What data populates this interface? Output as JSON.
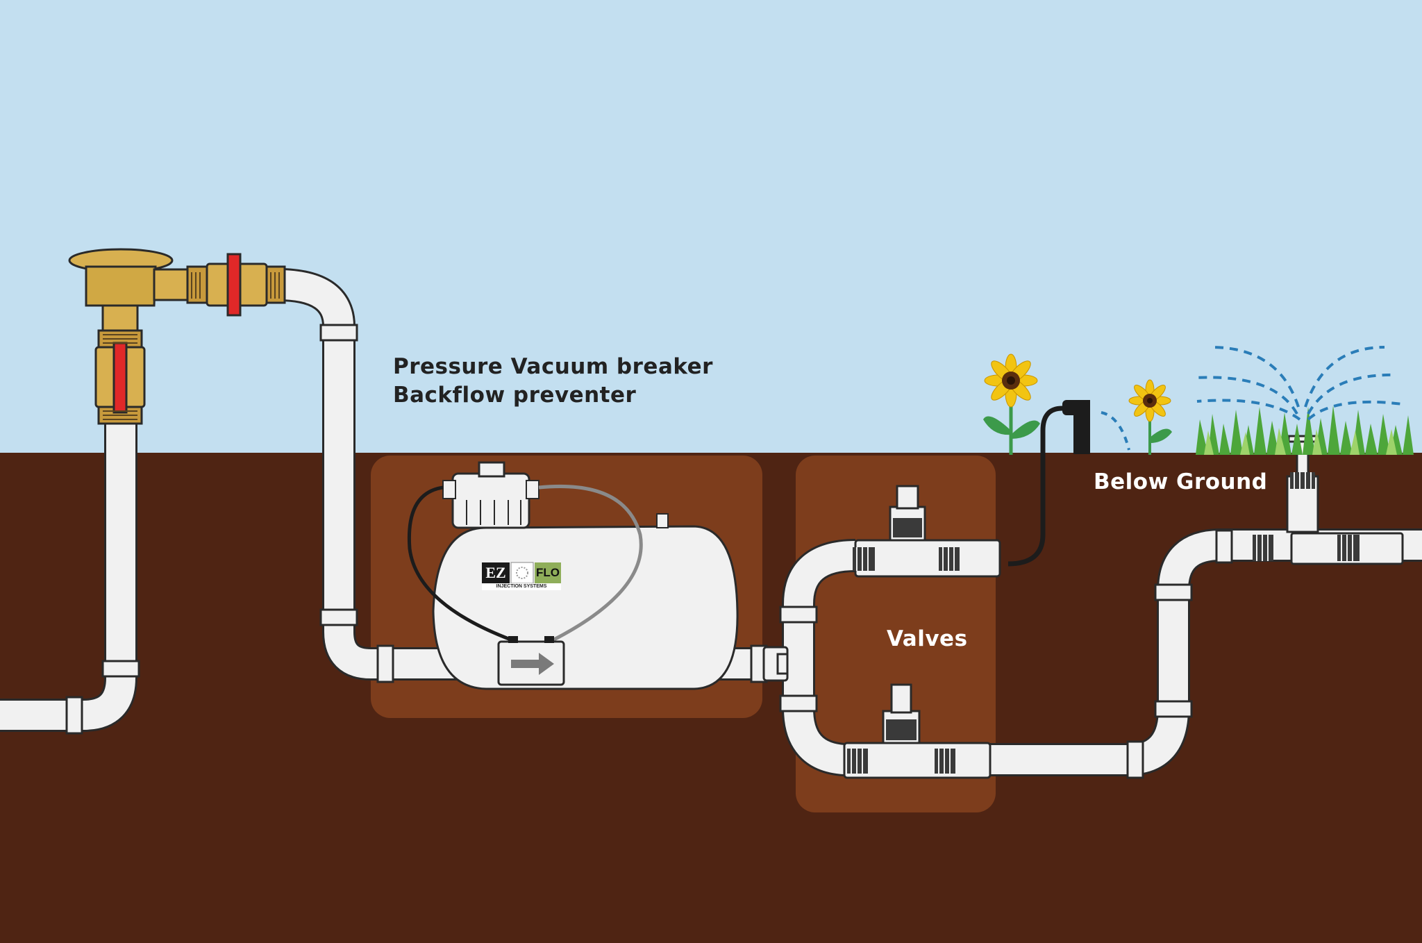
{
  "labels": {
    "backflow_line1": "Pressure Vacuum breaker",
    "backflow_line2": "Backflow preventer",
    "below_ground": "Below Ground",
    "valves": "Valves"
  },
  "logo": {
    "left": "EZ",
    "right": "FLO",
    "tagline": "INJECTION SYSTEMS"
  },
  "colors": {
    "sky": "#c3dff0",
    "soil": "#4f2413",
    "pit": "#7d3d1c",
    "pipe": "#f1f1f1",
    "pipe_outline": "#2a2a2a",
    "brass": "#d8b050",
    "valve_handle": "#e02828",
    "text_dark": "#222222",
    "text_light": "#ffffff",
    "water_spray": "#2a7db8",
    "grass": "#4da63a",
    "sunflower_petal": "#f2c412"
  },
  "icons": [
    "pvb-assembly-icon",
    "fertilizer-tank-icon",
    "flow-arrow-icon",
    "sunflower-icon",
    "drip-emitter-icon",
    "sprinkler-head-icon"
  ]
}
